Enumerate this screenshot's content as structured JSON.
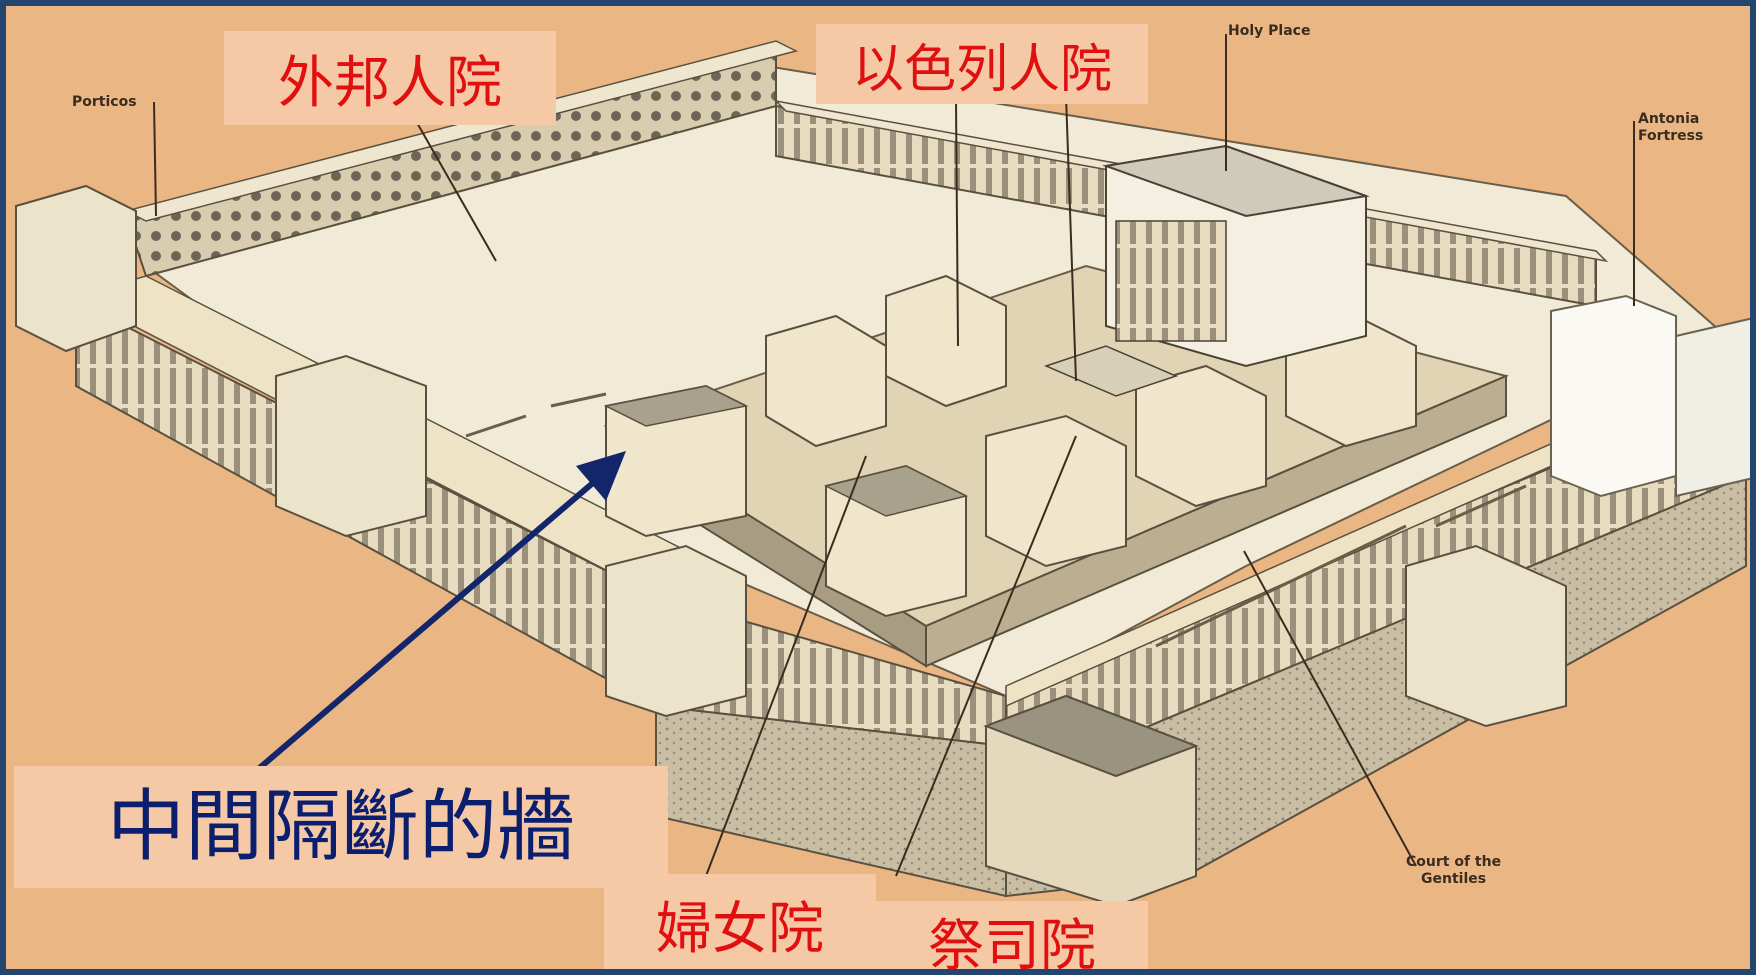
{
  "labels": {
    "court_gentiles_zh": "外邦人院",
    "court_israel_zh": "以色列人院",
    "court_women_zh": "婦女院",
    "court_priests_zh": "祭司院",
    "middle_wall_zh": "中間隔斷的牆"
  },
  "map_labels": {
    "porticos": "Porticos",
    "holy_place": "Holy Place",
    "antonia_fortress": "Antonia\nFortress",
    "court_of_gentiles": "Court of the\nGentiles"
  },
  "colors": {
    "background": "#e9b684",
    "label_box": "#f6c9a6",
    "chinese_label_text": "#e01010",
    "main_label_text": "#0c1f6e",
    "arrow": "#13256b",
    "frame": "#24466e"
  }
}
